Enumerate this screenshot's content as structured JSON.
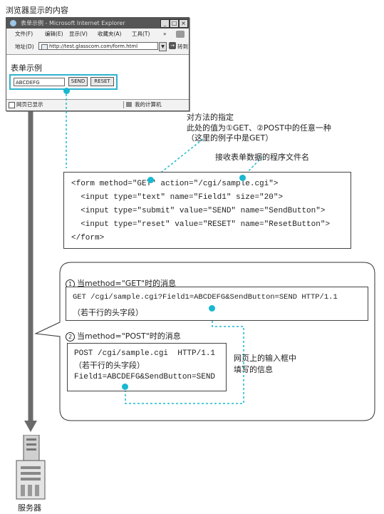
{
  "browser_caption": "浏览器显示的内容",
  "browser": {
    "title": "表单示例 - Microsoft Internet Explorer",
    "menu": [
      "文件(F)",
      "编辑(E)",
      "显示(V)",
      "收藏夹(A)",
      "工具(T)"
    ],
    "menu_more": "»",
    "address_label": "地址(D)",
    "address_url": "http://test.glasscom.com/form.html",
    "go_label": "转到",
    "status_left": "网页已显示",
    "status_right": "我的计算机"
  },
  "form_demo": {
    "title": "表单示例",
    "field_value": "ABCDEFG",
    "send_label": "SEND",
    "reset_label": "RESET"
  },
  "notes": {
    "method_title": "对方法的指定",
    "method_line1": "此处的值为①GET、②POST中的任意一种",
    "method_line2": "（这里的例子中是GET）",
    "action_note": "接收表单数据的程序文件名",
    "input_note_line1": "网页上的输入框中",
    "input_note_line2": "填写的信息"
  },
  "html_code": [
    "<form method=\"GET\" action=\"/cgi/sample.cgi\">",
    "  <input type=\"text\" name=\"Field1\" size=\"20\">",
    "  <input type=\"submit\" value=\"SEND\" name=\"SendButton\">",
    "  <input type=\"reset\" value=\"RESET\" name=\"ResetButton\">",
    "</form>"
  ],
  "get_section": {
    "num": "1",
    "title": "当method=\"GET\"时的消息",
    "line1": "GET /cgi/sample.cgi?Field1=ABCDEFG&SendButton=SEND HTTP/1.1",
    "line2": "（若干行的头字段）"
  },
  "post_section": {
    "num": "2",
    "title": "当method=\"POST\"时的消息",
    "line1": "POST /cgi/sample.cgi  HTTP/1.1",
    "line2": "（若干行的头字段）",
    "line3": "Field1=ABCDEFG&SendButton=SEND"
  },
  "server_label": "服务器",
  "colors": {
    "accent": "#18b8d0",
    "arrow": "#6b6b6b",
    "window_title": "#555555"
  }
}
